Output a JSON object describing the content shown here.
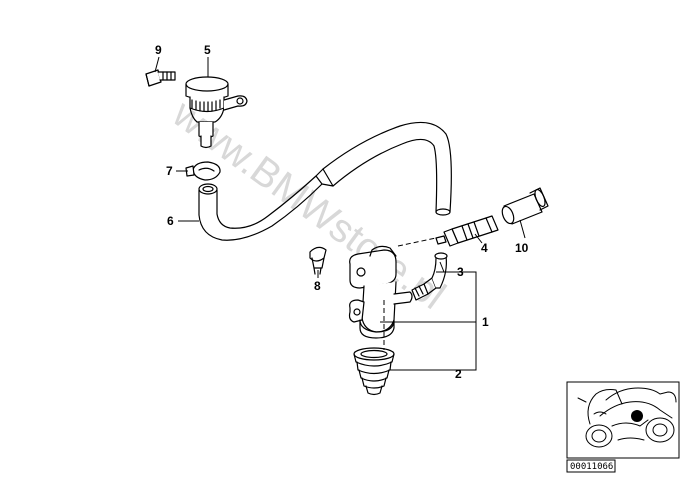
{
  "watermark": "www.BMWstore.pl",
  "callouts": {
    "c1": "1",
    "c2": "2",
    "c3": "3",
    "c4": "4",
    "c5": "5",
    "c6": "6",
    "c7": "7",
    "c8": "8",
    "c9": "9",
    "c10": "10"
  },
  "thumbnail": {
    "reference": "00011066"
  },
  "colors": {
    "line": "#000000",
    "watermark": "#d8d8d8",
    "marker": "#000000"
  }
}
